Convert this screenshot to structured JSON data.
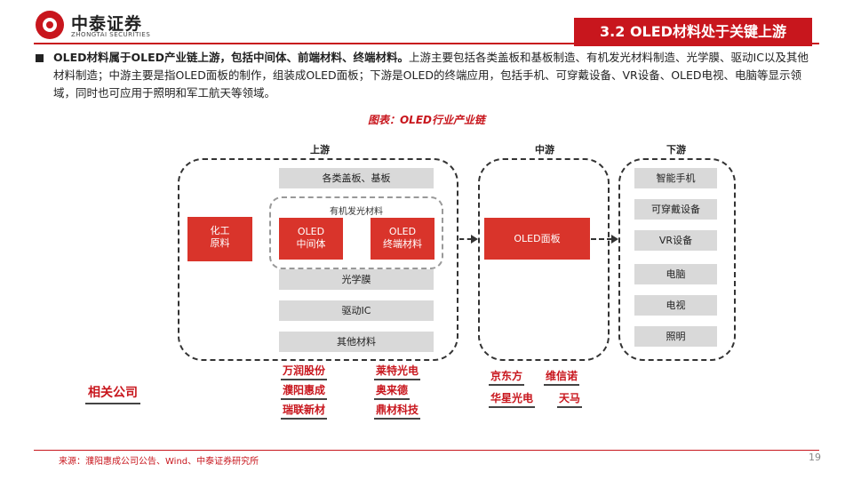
{
  "header": {
    "logo_cn": "中泰证券",
    "logo_en": "ZHONGTAI SECURITIES",
    "section_title": "3.2 OLED材料处于关键上游"
  },
  "summary": {
    "bold_lead": "OLED材料属于OLED产业链上游，包括中间体、前端材料、终端材料。",
    "body": "上游主要包括各类盖板和基板制造、有机发光材料制造、光学膜、驱动IC以及其他材料制造；中游主要是指OLED面板的制作，组装成OLED面板；下游是OLED的终端应用，包括手机、可穿戴设备、VR设备、OLED电视、电脑等显示领域，同时也可应用于照明和军工航天等领域。"
  },
  "figure": {
    "title": "图表：OLED行业产业链",
    "stages": {
      "upstream": "上游",
      "midstream": "中游",
      "downstream": "下游"
    },
    "upstream": {
      "chemical": "化工\n原料",
      "cover_substrate": "各类盖板、基板",
      "organic_group_label": "有机发光材料",
      "oled_intermediate": "OLED\n中间体",
      "oled_terminal": "OLED\n终端材料",
      "optical_film": "光学膜",
      "driver_ic": "驱动IC",
      "other_materials": "其他材料"
    },
    "midstream": {
      "panel": "OLED面板"
    },
    "downstream": {
      "items": [
        "智能手机",
        "可穿戴设备",
        "VR设备",
        "电脑",
        "电视",
        "照明"
      ]
    },
    "companies": {
      "related_label": "相关公司",
      "upstream_col1": [
        "万润股份",
        "濮阳惠成",
        "瑞联新材"
      ],
      "upstream_col2": [
        "莱特光电",
        "奥来德",
        "鼎材科技"
      ],
      "midstream_col1": [
        "京东方",
        "华星光电"
      ],
      "midstream_col2": [
        "维信诺",
        "天马"
      ]
    }
  },
  "footer": {
    "source": "来源：濮阳惠成公司公告、Wind、中泰证券研究所",
    "page": "19"
  },
  "colors": {
    "brand_red": "#c8161d",
    "box_red": "#d9342b",
    "box_grey": "#d9d9d9"
  }
}
